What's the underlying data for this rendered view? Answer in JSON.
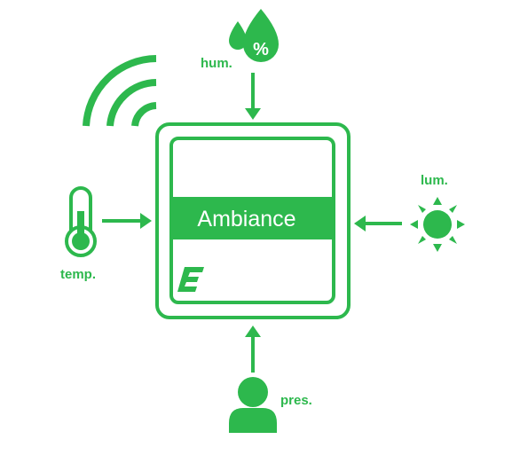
{
  "device": {
    "title": "Ambiance",
    "logo_icon": "eliq-e-logo-icon"
  },
  "inputs": {
    "humidity": {
      "label": "hum.",
      "icon": "humidity-drops-percent-icon",
      "symbol": "%"
    },
    "temperature": {
      "label": "temp.",
      "icon": "thermometer-icon"
    },
    "luminosity": {
      "label": "lum.",
      "icon": "sun-icon"
    },
    "presence": {
      "label": "pres.",
      "icon": "person-icon"
    }
  },
  "wireless": {
    "icon": "wireless-signal-icon"
  },
  "colors": {
    "accent": "#2db84d",
    "background": "#ffffff",
    "text_on_accent": "#ffffff"
  }
}
